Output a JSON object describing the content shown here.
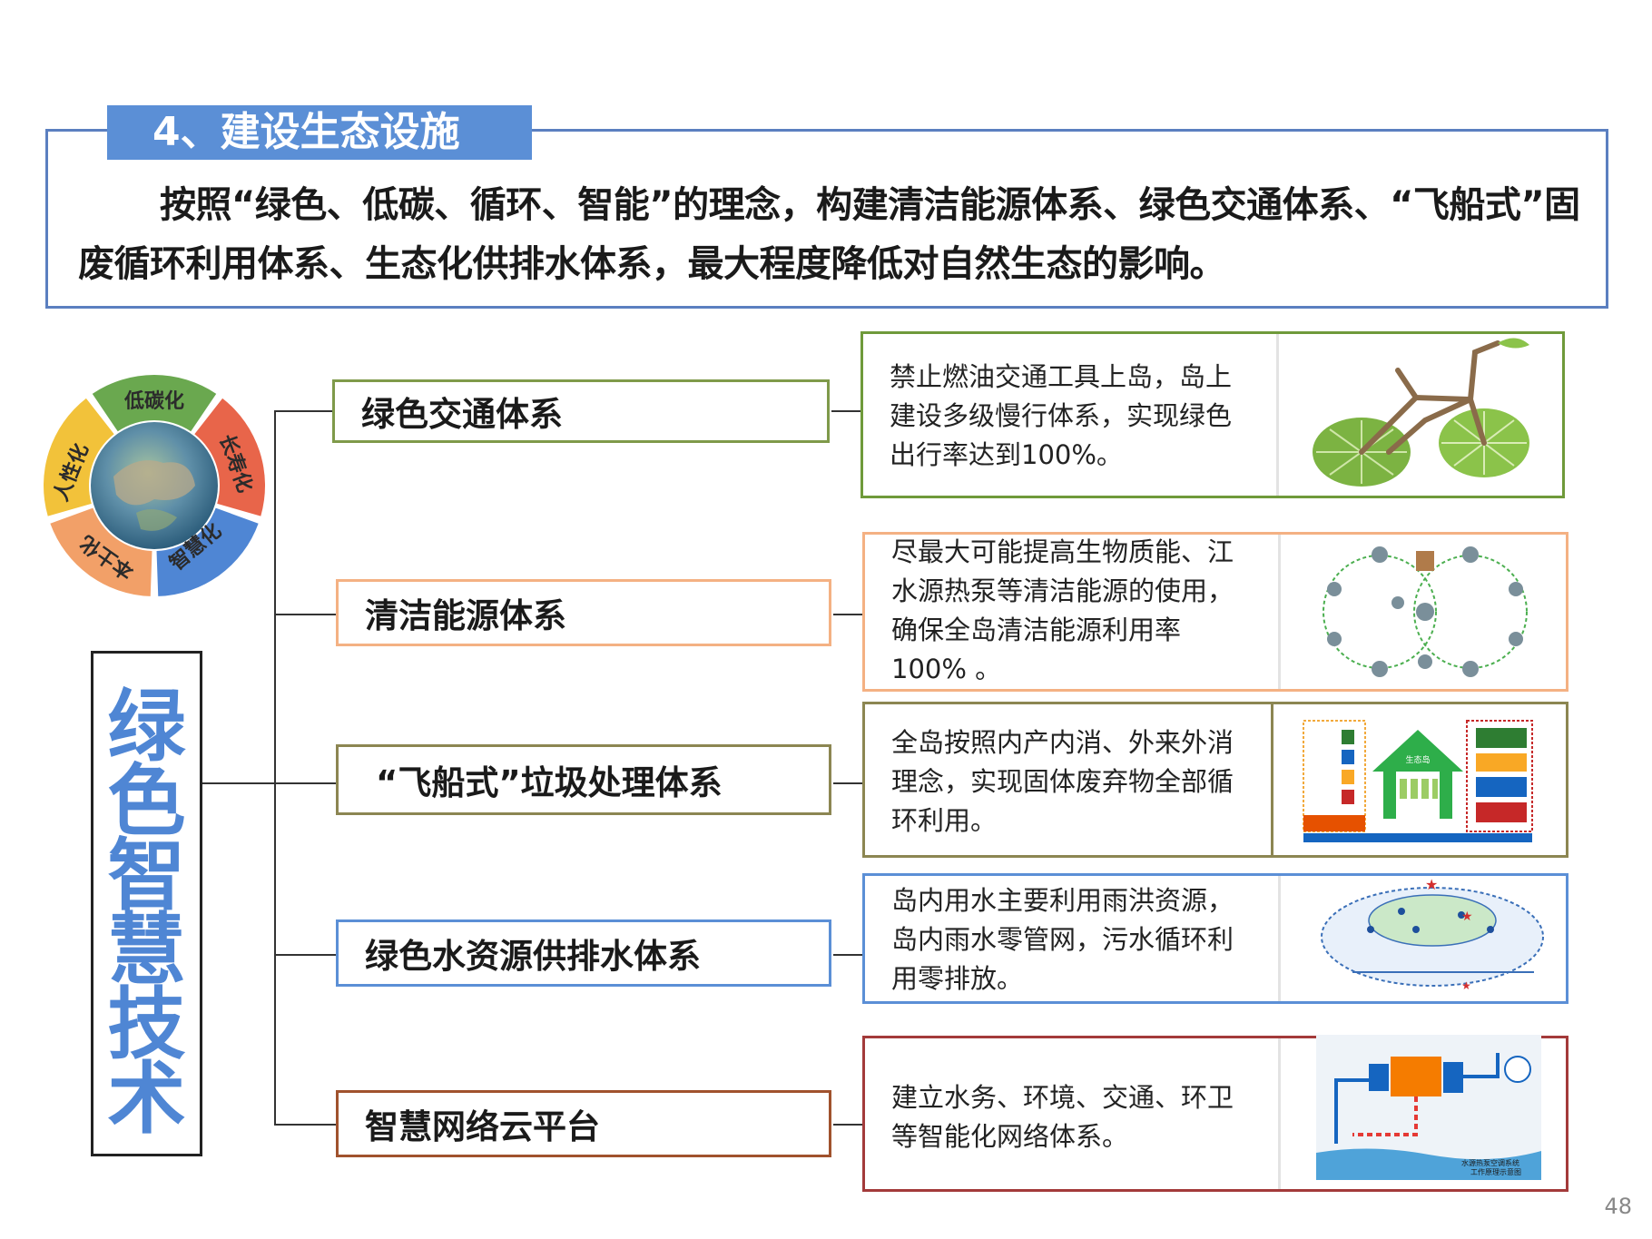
{
  "section": {
    "title": "4、建设生态设施"
  },
  "intro": {
    "text": "按照“绿色、低碳、循环、智能”的理念，构建清洁能源体系、绿色交通体系、“飞船式”固废循环利用体系、生态化供排水体系，最大程度降低对自然生态的影响。"
  },
  "central": {
    "title": "绿色智慧技术"
  },
  "ring": {
    "labels": [
      "低碳化",
      "长寿化",
      "智慧化",
      "本土化",
      "人性化"
    ],
    "colors": [
      "#6aa84f",
      "#e8654a",
      "#4f86d4",
      "#f2a068",
      "#f2c23a"
    ]
  },
  "branches": [
    {
      "title": "绿色交通体系",
      "color": "#7f9a4a",
      "desc": "禁止燃油交通工具上岛，岛上建设多级慢行体系，实现绿色出行率达到100%。",
      "image_icon": "leaf-bicycle-icon"
    },
    {
      "title": "清洁能源体系",
      "color": "#f4b183",
      "desc": "尽最大可能提高生物质能、江水源热泵等清洁能源的使用，确保全岛清洁能源利用率100% 。",
      "image_icon": "energy-cycle-icon"
    },
    {
      "title": "“飞船式”垃圾处理体系",
      "color": "#8c8652",
      "desc": "全岛按照内产内消、外来外消理念，实现固体废弃物全部循环利用。",
      "image_icon": "waste-recycling-icon"
    },
    {
      "title": "绿色水资源供排水体系",
      "color": "#5b8fd6",
      "desc": "岛内用水主要利用雨洪资源，岛内雨水零管网，污水循环利用零排放。",
      "image_icon": "water-map-icon"
    },
    {
      "title": "智慧网络云平台",
      "color": "#a0522d",
      "desc": "建立水务、环境、交通、环卫等智能化网络体系。",
      "desc_color": "#a33a3a",
      "image_icon": "heat-pump-diagram-icon"
    }
  ],
  "waste_panel": {
    "house_label": "生态岛"
  },
  "heatpump_panel": {
    "caption1": "水源热泵空调系统",
    "caption2": "工作原理示意图"
  },
  "page_number": "48"
}
